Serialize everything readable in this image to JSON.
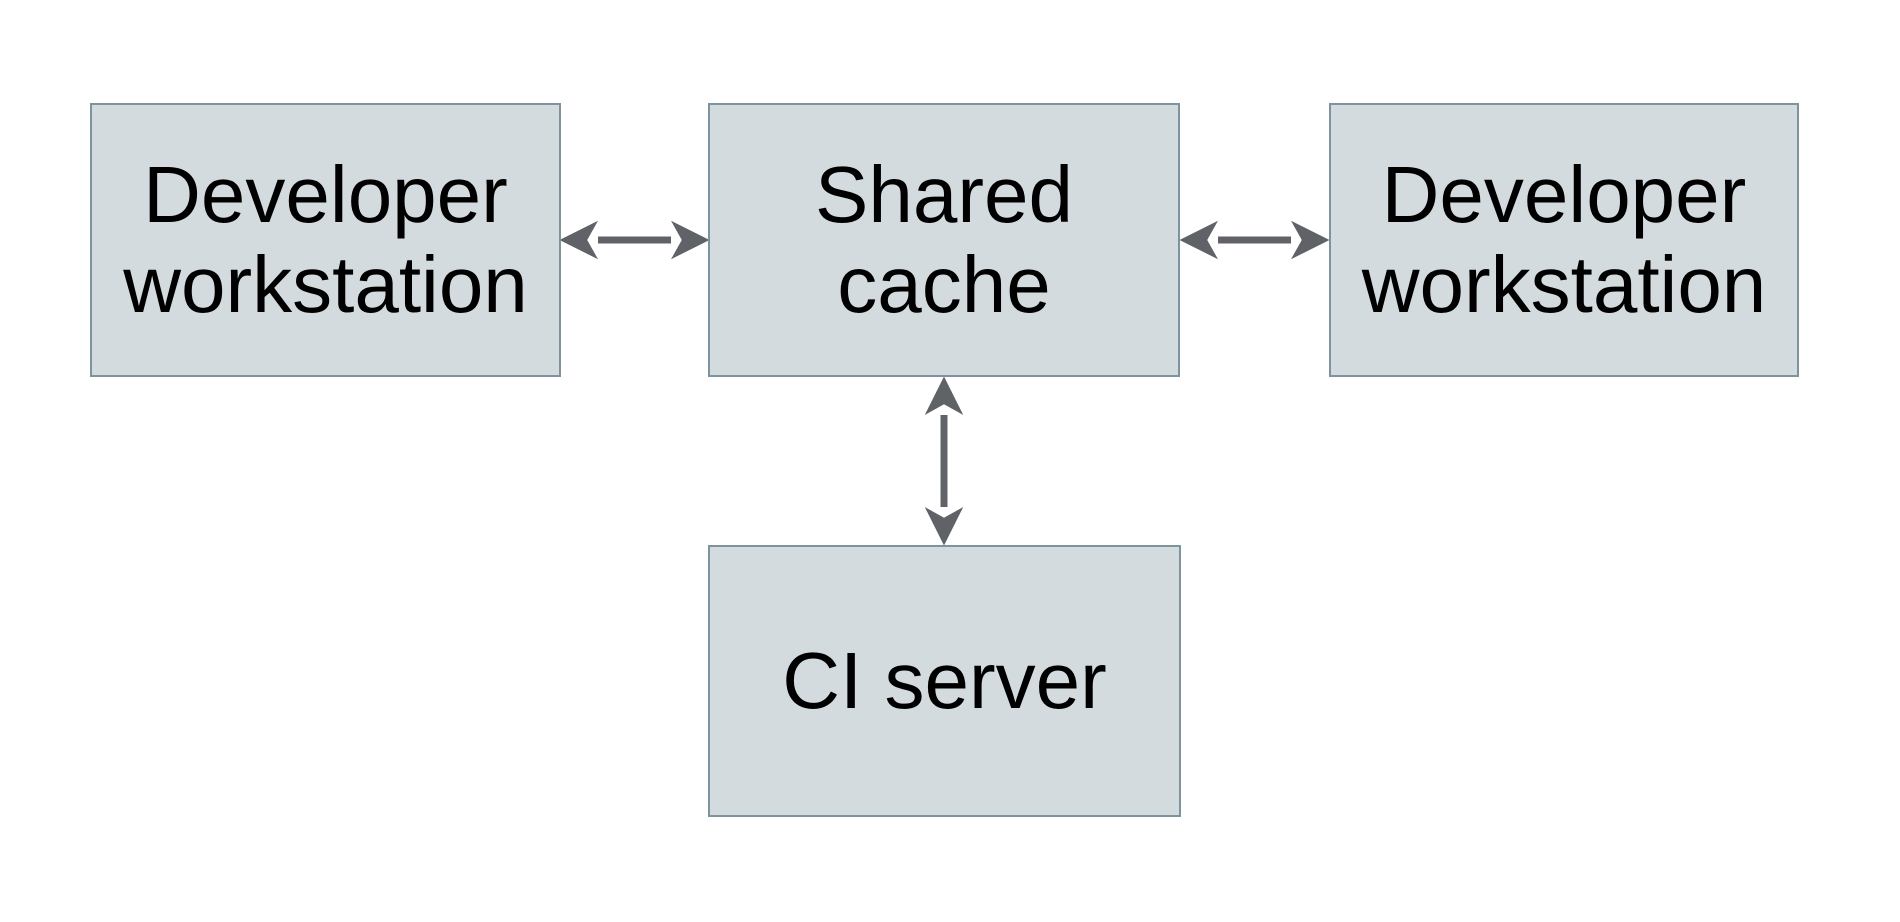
{
  "diagram": {
    "nodes": {
      "dev_left": {
        "label": "Developer\nworkstation"
      },
      "cache": {
        "label": "Shared\ncache"
      },
      "dev_right": {
        "label": "Developer\nworkstation"
      },
      "ci": {
        "label": "CI server"
      }
    },
    "connections": [
      {
        "from": "developer-workstation-left",
        "to": "shared-cache",
        "type": "bidirectional"
      },
      {
        "from": "shared-cache",
        "to": "developer-workstation-right",
        "type": "bidirectional"
      },
      {
        "from": "shared-cache",
        "to": "ci-server",
        "type": "bidirectional"
      }
    ],
    "colors": {
      "node_fill": "#d4dbde",
      "node_border": "#7d939d",
      "arrow": "#5f6368",
      "text": "#000000",
      "background": "#ffffff"
    }
  }
}
